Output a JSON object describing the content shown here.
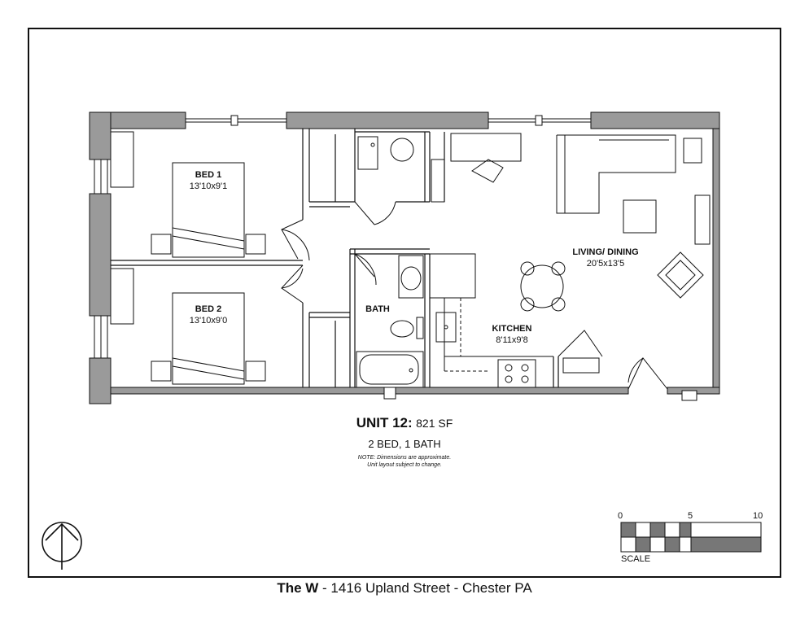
{
  "rooms": {
    "bed1": {
      "name": "BED 1",
      "dims": "13'10x9'1"
    },
    "bed2": {
      "name": "BED 2",
      "dims": "13'10x9'0"
    },
    "bath": {
      "name": "BATH"
    },
    "kitchen": {
      "name": "KITCHEN",
      "dims": "8'11x9'8"
    },
    "living": {
      "name": "LIVING/ DINING",
      "dims": "20'5x13'5"
    }
  },
  "unit": {
    "name": "UNIT 12:",
    "area": "821 SF",
    "beds_baths": "2 BED, 1 BATH",
    "note_line1": "NOTE: Dimensions are approximate.",
    "note_line2": "Unit layout subject to change."
  },
  "footer": {
    "property": "The W",
    "address": " - 1416 Upland Street - Chester PA"
  },
  "scale": {
    "label": "SCALE",
    "ticks": [
      "0",
      "5",
      "10"
    ]
  },
  "icons": {
    "north": "north-arrow-icon"
  }
}
